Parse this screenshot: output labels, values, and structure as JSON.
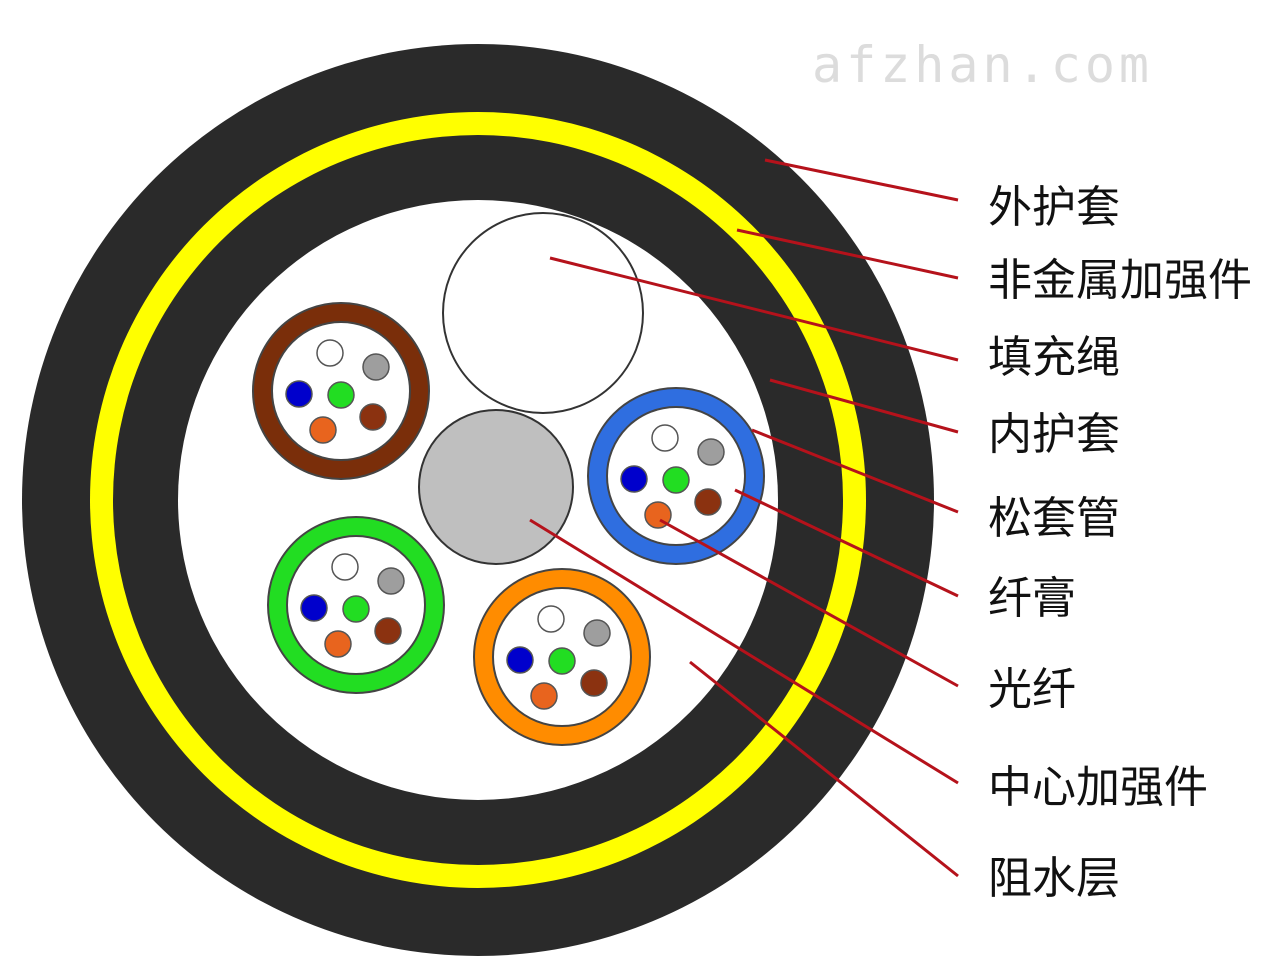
{
  "watermark": "afzhan.com",
  "labels": {
    "outer_sheath": "外护套",
    "nonmetal_strength": "非金属加强件",
    "filler_rope": "填充绳",
    "inner_sheath": "内护套",
    "loose_tube": "松套管",
    "fiber_paste": "纤膏",
    "optical_fiber": "光纤",
    "central_strength": "中心加强件",
    "water_block": "阻水层"
  },
  "colors": {
    "sheath": "#2a2a2a",
    "yarn": "#ffff00",
    "leader": "#b5121b",
    "tube_brown": "#7a2e0a",
    "tube_blue": "#2f6ee0",
    "tube_green": "#22dd22",
    "tube_orange": "#ff8c00",
    "central_member": "#bfbfbf",
    "fiber_blue": "#0000cc",
    "fiber_green": "#22dd22",
    "fiber_orange": "#e8641e",
    "fiber_brown": "#8b3210",
    "fiber_gray": "#9e9e9e",
    "fiber_white": "#ffffff"
  }
}
